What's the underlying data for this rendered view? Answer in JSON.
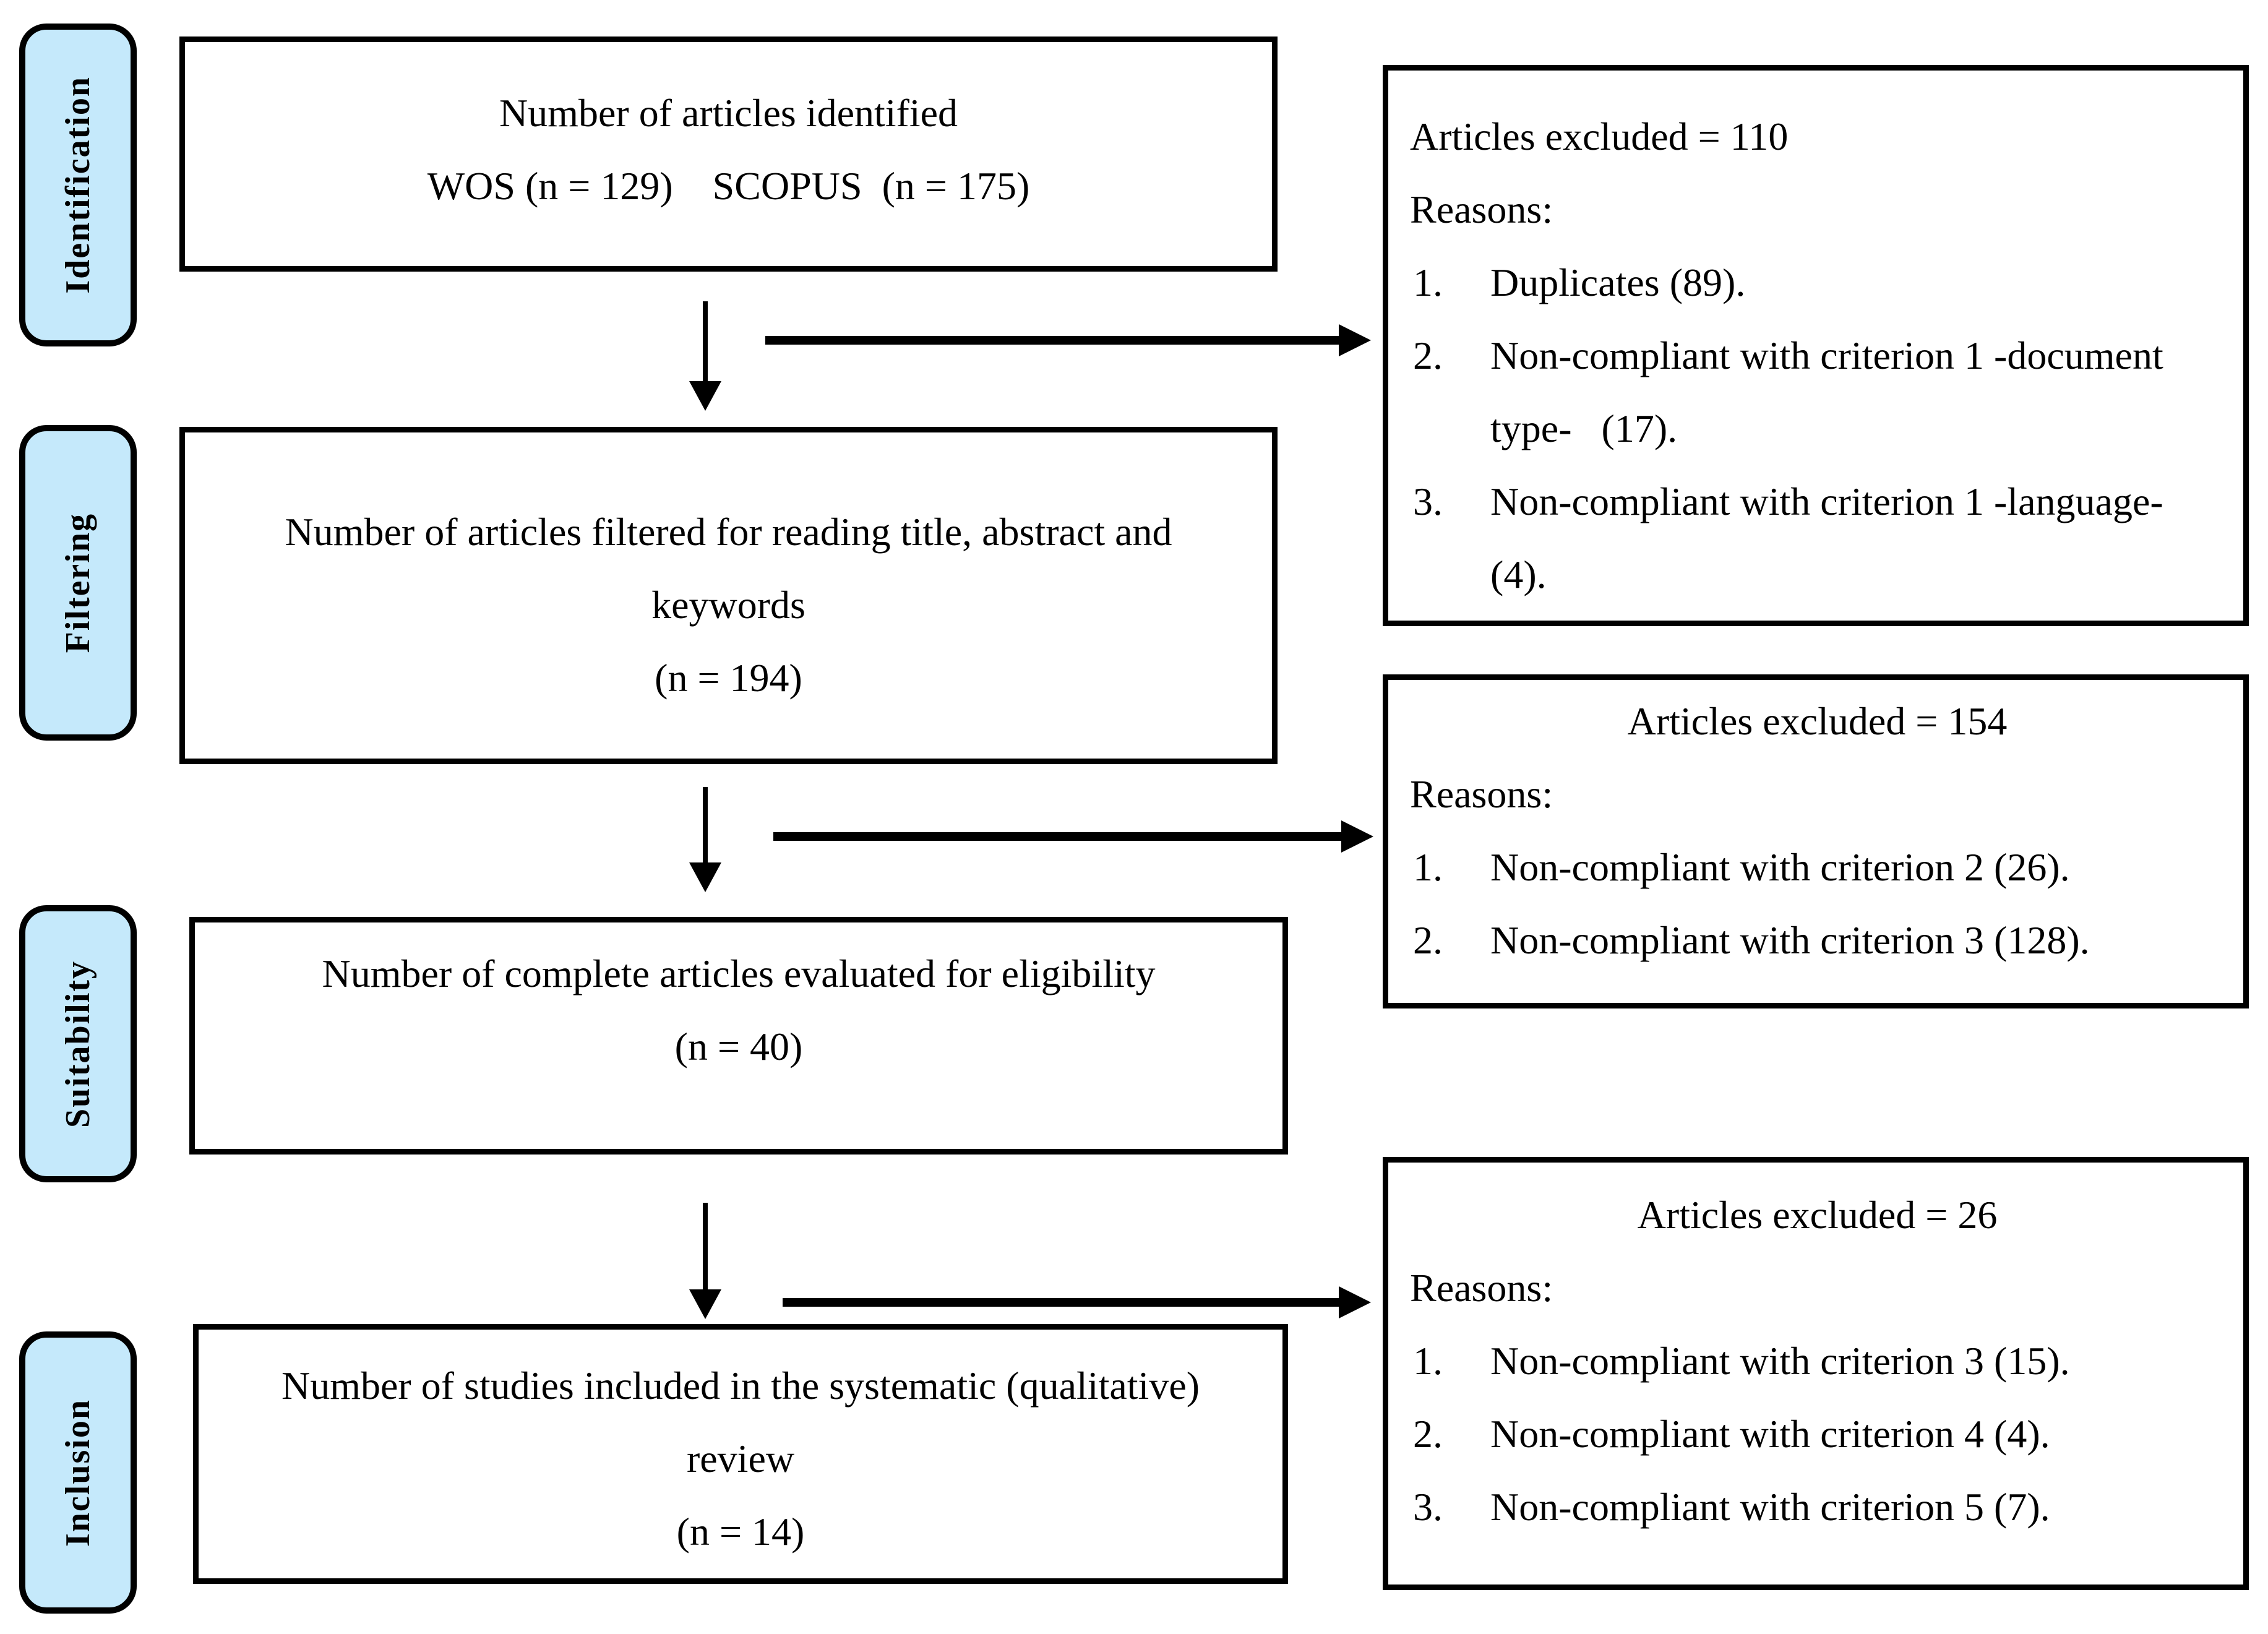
{
  "palette": {
    "stage_fill": "#C5E9FB",
    "line_color": "#000000",
    "background": "#FFFFFF"
  },
  "stages": [
    {
      "label": "Identification"
    },
    {
      "label": "Filtering"
    },
    {
      "label": "Suitability"
    },
    {
      "label": "Inclusion"
    }
  ],
  "flow_boxes": [
    {
      "stage": "identification",
      "lines": [
        "Number of articles identified",
        "WOS (n = 129)    SCOPUS  (n = 175)"
      ]
    },
    {
      "stage": "filtering",
      "lines": [
        "Number of articles filtered for reading title, abstract and",
        "keywords",
        "(n = 194)"
      ]
    },
    {
      "stage": "suitability",
      "lines": [
        "Number of complete articles evaluated for eligibility",
        "(n = 40)"
      ]
    },
    {
      "stage": "inclusion",
      "lines": [
        "Number of studies included in the systematic (qualitative)",
        "review",
        "(n = 14)"
      ]
    }
  ],
  "exclusion_boxes": [
    {
      "title": "Articles excluded = 110",
      "reasons_label": "Reasons:",
      "items": [
        {
          "num": "1.",
          "text": "Duplicates (89)."
        },
        {
          "num": "2.",
          "text": "Non-compliant with criterion 1 -document type-   (17)."
        },
        {
          "num": "3.",
          "text": "Non-compliant with criterion 1 -language- (4)."
        }
      ]
    },
    {
      "title": "Articles excluded = 154",
      "reasons_label": "Reasons:",
      "items": [
        {
          "num": "1.",
          "text": "Non-compliant with criterion 2 (26)."
        },
        {
          "num": "2.",
          "text": "Non-compliant with criterion 3 (128)."
        }
      ]
    },
    {
      "title": "Articles excluded = 26",
      "reasons_label": "Reasons:",
      "items": [
        {
          "num": "1.",
          "text": "Non-compliant with criterion 3 (15)."
        },
        {
          "num": "2.",
          "text": "Non-compliant with criterion 4 (4)."
        },
        {
          "num": "3.",
          "text": "Non-compliant with criterion 5 (7)."
        }
      ]
    }
  ]
}
